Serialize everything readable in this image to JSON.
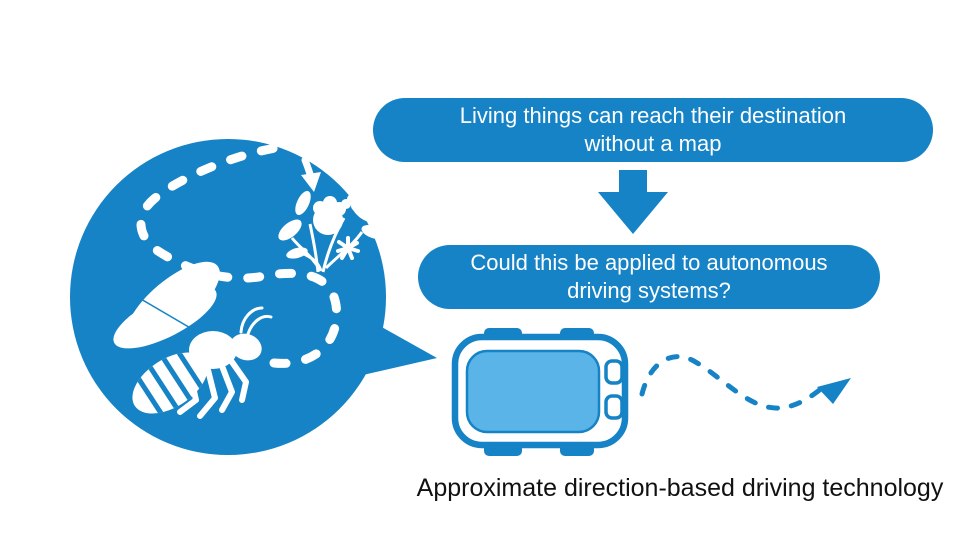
{
  "palette": {
    "primary_blue": "#1583C5",
    "light_blue": "#5BB4E8",
    "background": "#FFFFFF",
    "bubble_text_color": "#FFFFFF",
    "caption_color": "#111111"
  },
  "bubble1": {
    "line1": "Living things can reach their destination",
    "line2": "without a map"
  },
  "bubble2": {
    "line1": "Could this be applied to autonomous",
    "line2": "driving systems?"
  },
  "caption": "Approximate direction-based driving technology",
  "icons": {
    "bee_circle": "speech-bubble-circle-with-bee-flying-dashed-path-to-flowers",
    "down_arrow": "solid-down-arrow",
    "car": "top-view-autonomous-car",
    "route_arrow": "dashed-wavy-route-arrow"
  }
}
